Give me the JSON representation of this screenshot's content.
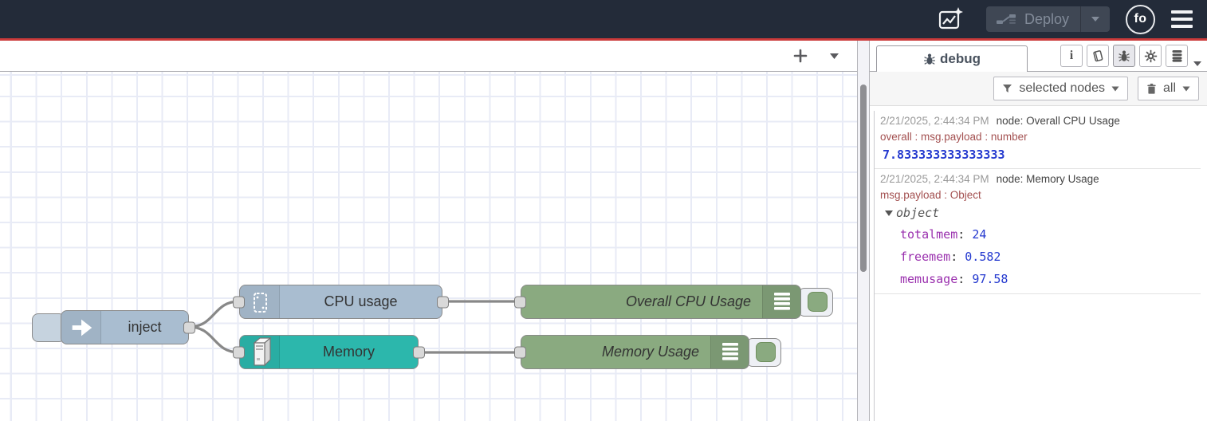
{
  "header": {
    "deploy_label": "Deploy",
    "avatar_text": "fo"
  },
  "nodes": [
    {
      "id": "inject",
      "type": "inject",
      "label": "inject"
    },
    {
      "id": "cpu",
      "type": "cpu",
      "label": "CPU usage"
    },
    {
      "id": "memory",
      "type": "memory",
      "label": "Memory"
    },
    {
      "id": "overall",
      "type": "debug",
      "label": "Overall CPU Usage"
    },
    {
      "id": "musage",
      "type": "debug",
      "label": "Memory Usage"
    }
  ],
  "sidebar": {
    "tab_label": "debug",
    "filter_label": "selected nodes",
    "clear_label": "all",
    "messages": [
      {
        "timestamp": "2/21/2025, 2:44:34 PM",
        "node": "node: Overall CPU Usage",
        "meta": "overall : msg.payload : number",
        "value": "7.833333333333333"
      },
      {
        "timestamp": "2/21/2025, 2:44:34 PM",
        "node": "node: Memory Usage",
        "meta": "msg.payload : Object",
        "object_label": "object",
        "properties": [
          {
            "key": "totalmem",
            "value": "24"
          },
          {
            "key": "freemem",
            "value": "0.582"
          },
          {
            "key": "memusage",
            "value": "97.58"
          }
        ]
      }
    ]
  },
  "colors": {
    "header_bg": "#232b39",
    "deploy_line_red": "#cb3a3a",
    "inject_blue": "#a9bdd0",
    "memory_teal": "#2cb7ac",
    "debug_green": "#8aaa80",
    "wire_gray": "#888888",
    "value_blue": "#2439cf",
    "key_purple": "#9a30ae",
    "meta_red": "#a35050"
  },
  "icons": {
    "flow_viewer": "image-sparkle-icon",
    "deploy": "deploy-nodes-icon",
    "menu": "hamburger-icon",
    "sidebar_tools": [
      "info-icon",
      "book-icon",
      "bug-icon",
      "gear-icon",
      "database-icon"
    ],
    "filter": "funnel-icon",
    "clear": "trash-icon"
  }
}
